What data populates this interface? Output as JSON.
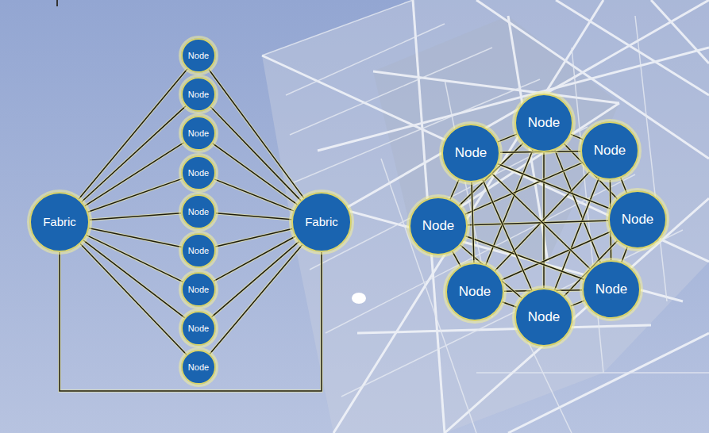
{
  "diagram": {
    "nodes": [
      {
        "text": [
          "Fabric"
        ]
      },
      {
        "text": [
          "Node"
        ]
      },
      {
        "text": [
          "Node"
        ]
      },
      {
        "text": [
          "Node"
        ]
      },
      {
        "text": [
          "Node"
        ]
      },
      {
        "text": [
          "Node"
        ]
      },
      {
        "text": [
          "Node"
        ]
      },
      {
        "text": [
          "Node"
        ]
      },
      {
        "text": [
          "Node"
        ]
      },
      {
        "text": [
          "Node"
        ]
      },
      {
        "text": [
          "Fabric"
        ]
      },
      {
        "text": [
          "Node"
        ]
      },
      {
        "text": [
          "Node"
        ]
      },
      {
        "text": [
          "Node"
        ]
      },
      {
        "text": [
          "Node"
        ]
      },
      {
        "text": [
          "Node"
        ]
      },
      {
        "text": [
          "Node"
        ]
      },
      {
        "text": [
          "Node"
        ]
      },
      {
        "text": [
          "Node"
        ]
      }
    ],
    "edges": [
      {
        "from": 0,
        "to": 1,
        "arrow": "none"
      },
      {
        "from": 0,
        "to": 2,
        "arrow": "none"
      },
      {
        "from": 0,
        "to": 3,
        "arrow": "none"
      },
      {
        "from": 0,
        "to": 4,
        "arrow": "none"
      },
      {
        "from": 0,
        "to": 5,
        "arrow": "none"
      },
      {
        "from": 0,
        "to": 6,
        "arrow": "none"
      },
      {
        "from": 0,
        "to": 7,
        "arrow": "none"
      },
      {
        "from": 0,
        "to": 8,
        "arrow": "none"
      },
      {
        "from": 0,
        "to": 9,
        "arrow": "none"
      },
      {
        "from": 1,
        "to": 10,
        "arrow": "none"
      },
      {
        "from": 2,
        "to": 10,
        "arrow": "none"
      },
      {
        "from": 3,
        "to": 10,
        "arrow": "none"
      },
      {
        "from": 4,
        "to": 10,
        "arrow": "none"
      },
      {
        "from": 5,
        "to": 10,
        "arrow": "none"
      },
      {
        "from": 6,
        "to": 10,
        "arrow": "none"
      },
      {
        "from": 7,
        "to": 10,
        "arrow": "none"
      },
      {
        "from": 8,
        "to": 10,
        "arrow": "none"
      },
      {
        "from": 9,
        "to": 10,
        "arrow": "none"
      },
      {
        "from": 0,
        "to": 10,
        "arrow": "none"
      },
      {
        "from": 11,
        "to": 12,
        "arrow": "none"
      },
      {
        "from": 11,
        "to": 13,
        "arrow": "none"
      },
      {
        "from": 11,
        "to": 14,
        "arrow": "none"
      },
      {
        "from": 11,
        "to": 15,
        "arrow": "none"
      },
      {
        "from": 11,
        "to": 16,
        "arrow": "none"
      },
      {
        "from": 11,
        "to": 17,
        "arrow": "none"
      },
      {
        "from": 11,
        "to": 18,
        "arrow": "none"
      },
      {
        "from": 12,
        "to": 13,
        "arrow": "none"
      },
      {
        "from": 12,
        "to": 14,
        "arrow": "none"
      },
      {
        "from": 12,
        "to": 15,
        "arrow": "none"
      },
      {
        "from": 12,
        "to": 16,
        "arrow": "none"
      },
      {
        "from": 12,
        "to": 17,
        "arrow": "none"
      },
      {
        "from": 12,
        "to": 18,
        "arrow": "none"
      },
      {
        "from": 13,
        "to": 14,
        "arrow": "none"
      },
      {
        "from": 13,
        "to": 15,
        "arrow": "none"
      },
      {
        "from": 13,
        "to": 16,
        "arrow": "none"
      },
      {
        "from": 13,
        "to": 17,
        "arrow": "none"
      },
      {
        "from": 13,
        "to": 18,
        "arrow": "none"
      },
      {
        "from": 14,
        "to": 15,
        "arrow": "none"
      },
      {
        "from": 14,
        "to": 16,
        "arrow": "none"
      },
      {
        "from": 14,
        "to": 17,
        "arrow": "none"
      },
      {
        "from": 14,
        "to": 18,
        "arrow": "none"
      },
      {
        "from": 15,
        "to": 16,
        "arrow": "none"
      },
      {
        "from": 15,
        "to": 17,
        "arrow": "none"
      },
      {
        "from": 15,
        "to": 18,
        "arrow": "none"
      },
      {
        "from": 16,
        "to": 17,
        "arrow": "none"
      },
      {
        "from": 16,
        "to": 18,
        "arrow": "none"
      },
      {
        "from": 17,
        "to": 18,
        "arrow": "none"
      }
    ]
  }
}
